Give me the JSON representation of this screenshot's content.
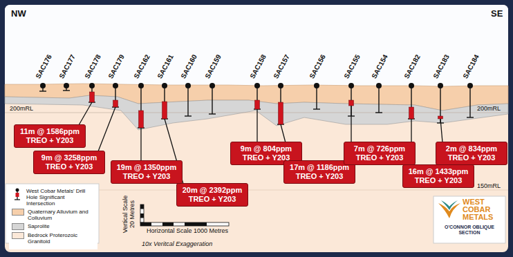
{
  "diagram": {
    "nodes": [
      {
        "text": [
          "11m @ 1586ppm TREO + Y203"
        ]
      },
      {
        "text": [
          "9m @ 3258ppm TREO + Y203"
        ]
      },
      {
        "text": [
          "19m @ 1350ppm TREO + Y203"
        ]
      },
      {
        "text": [
          "20m @ 2392ppm TREO + Y203"
        ]
      },
      {
        "text": [
          "9m @ 804ppm TREO + Y203"
        ]
      },
      {
        "text": [
          "17m @ 1186ppm TREO + Y203"
        ]
      },
      {
        "text": [
          "7m @ 726ppm TREO + Y203"
        ]
      },
      {
        "text": [
          "16m @ 1433ppm TREO + Y203"
        ]
      },
      {
        "text": [
          "2m @ 834ppm TREO + Y203"
        ]
      },
      {
        "text": [
          "WEST COBAR METALS",
          "O'CONNOR OBLIQUE SECTION"
        ]
      }
    ],
    "labels": [
      "NW",
      "SE",
      "SAC176",
      "SAC177",
      "SAC178",
      "SAC179",
      "SAC162",
      "SAC161",
      "SAC160",
      "SAC159",
      "SAC158",
      "SAC157",
      "SAC156",
      "SAC155",
      "SAC154",
      "SAC182",
      "SAC183",
      "SAC184",
      "200mRL",
      "200mRL",
      "150mRL",
      "Vertical Scale 20 Metres",
      "Horizontal Scale 1000 Metres",
      "10x Veritcal Exaggeration"
    ],
    "legend": [
      {
        "text": "West Cobar Metals' Drill Hole Significant Intersection"
      },
      {
        "text": "Quaternary Alluvium and Colluvium",
        "color": "#f6cfab"
      },
      {
        "text": "Saprolite",
        "color": "#d6d6d6"
      },
      {
        "text": "Bedrock Proterozoic Granitoid",
        "color": "#fbe8d8"
      }
    ]
  }
}
